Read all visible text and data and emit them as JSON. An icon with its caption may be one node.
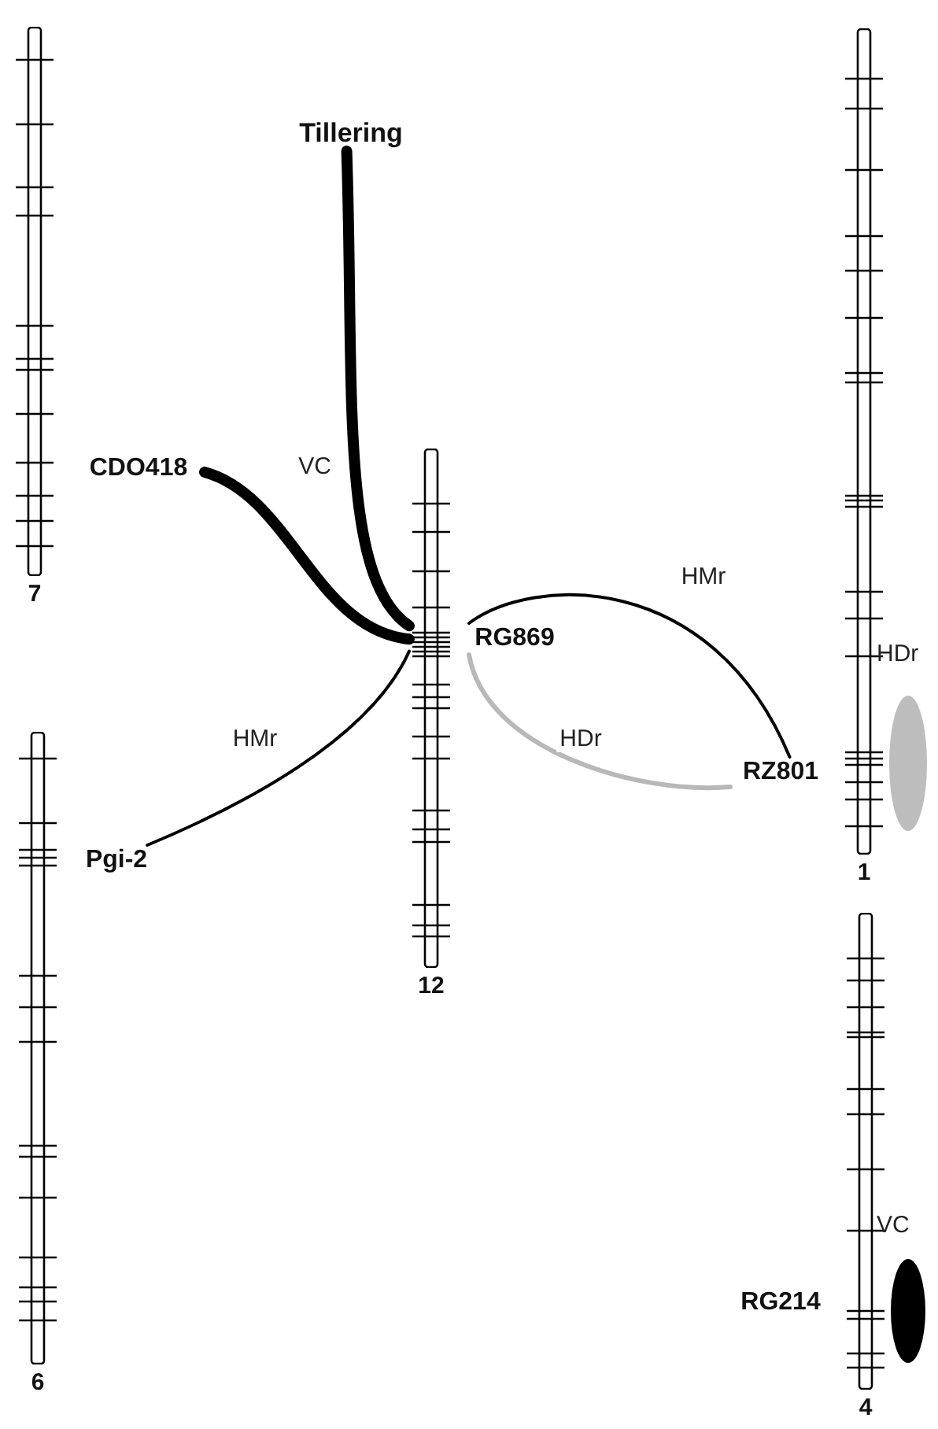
{
  "diagram": {
    "nodes": [
      {
        "text": [
          "7"
        ]
      },
      {
        "text": [
          "Tillering"
        ]
      },
      {
        "text": [
          "CDO418"
        ]
      },
      {
        "text": [
          "12"
        ]
      },
      {
        "text": [
          "RG869"
        ]
      },
      {
        "text": [
          "1"
        ]
      },
      {
        "text": [
          "RZ801"
        ]
      },
      {
        "text": [
          "6"
        ]
      },
      {
        "text": [
          "Pgi-2"
        ]
      },
      {
        "text": [
          "4"
        ]
      },
      {
        "text": [
          "RG214"
        ]
      },
      {
        "text": [],
        "shape": "ellipse"
      },
      {
        "text": [],
        "shape": "ellipse"
      }
    ],
    "edges": [
      {
        "from": 1,
        "to": 3,
        "arrow": "none",
        "label": "VC",
        "style": "thick"
      },
      {
        "from": 2,
        "to": 3,
        "arrow": "none",
        "style": "thick"
      },
      {
        "from": 8,
        "to": 3,
        "arrow": "none",
        "label": "HMr"
      },
      {
        "from": 4,
        "to": 6,
        "arrow": "none",
        "label": "HMr"
      },
      {
        "from": 4,
        "to": 6,
        "arrow": "none",
        "label": "HDr",
        "color": "#b8b8b8"
      }
    ],
    "labels": [
      "HDr",
      "VC"
    ]
  }
}
